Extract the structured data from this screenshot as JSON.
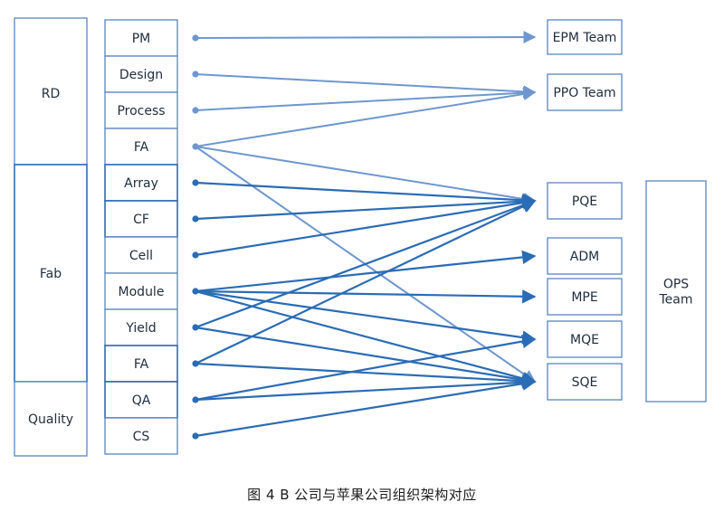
{
  "groups": [
    {
      "id": "rd",
      "label": "RD"
    },
    {
      "id": "fab",
      "label": "Fab"
    },
    {
      "id": "quality",
      "label": "Quality"
    }
  ],
  "functions": [
    {
      "id": "pm",
      "label": "PM"
    },
    {
      "id": "design",
      "label": "Design"
    },
    {
      "id": "process",
      "label": "Process"
    },
    {
      "id": "fa1",
      "label": "FA"
    },
    {
      "id": "array",
      "label": "Array"
    },
    {
      "id": "cf",
      "label": "CF"
    },
    {
      "id": "cell",
      "label": "Cell"
    },
    {
      "id": "module",
      "label": "Module"
    },
    {
      "id": "yield",
      "label": "Yield"
    },
    {
      "id": "fa2",
      "label": "FA"
    },
    {
      "id": "qa",
      "label": "QA"
    },
    {
      "id": "cs",
      "label": "CS"
    }
  ],
  "teams": [
    {
      "id": "epm",
      "label": "EPM Team"
    },
    {
      "id": "ppo",
      "label": "PPO Team"
    },
    {
      "id": "pqe",
      "label": "PQE"
    },
    {
      "id": "adm",
      "label": "ADM"
    },
    {
      "id": "mpe",
      "label": "MPE"
    },
    {
      "id": "mqe",
      "label": "MQE"
    },
    {
      "id": "sqe",
      "label": "SQE"
    }
  ],
  "ops": {
    "label": "OPS\nTeam"
  },
  "links": [
    {
      "from": "pm",
      "to": "epm",
      "tone": "light"
    },
    {
      "from": "design",
      "to": "ppo",
      "tone": "light"
    },
    {
      "from": "process",
      "to": "ppo",
      "tone": "light"
    },
    {
      "from": "fa1",
      "to": "ppo",
      "tone": "light"
    },
    {
      "from": "fa1",
      "to": "pqe",
      "tone": "light"
    },
    {
      "from": "fa1",
      "to": "sqe",
      "tone": "light"
    },
    {
      "from": "array",
      "to": "pqe",
      "tone": "dark"
    },
    {
      "from": "cf",
      "to": "pqe",
      "tone": "dark"
    },
    {
      "from": "cell",
      "to": "pqe",
      "tone": "dark"
    },
    {
      "from": "module",
      "to": "adm",
      "tone": "dark"
    },
    {
      "from": "module",
      "to": "mpe",
      "tone": "dark"
    },
    {
      "from": "module",
      "to": "mqe",
      "tone": "dark"
    },
    {
      "from": "module",
      "to": "sqe",
      "tone": "dark"
    },
    {
      "from": "yield",
      "to": "pqe",
      "tone": "dark"
    },
    {
      "from": "yield",
      "to": "sqe",
      "tone": "dark"
    },
    {
      "from": "fa2",
      "to": "pqe",
      "tone": "dark"
    },
    {
      "from": "fa2",
      "to": "sqe",
      "tone": "dark"
    },
    {
      "from": "qa",
      "to": "mqe",
      "tone": "dark"
    },
    {
      "from": "qa",
      "to": "sqe",
      "tone": "dark"
    },
    {
      "from": "cs",
      "to": "sqe",
      "tone": "dark"
    }
  ],
  "colors": {
    "light": "#6f97cf",
    "dark": "#2a6cb5",
    "box": "#5b86c1"
  },
  "caption": "图 4  B 公司与苹果公司组织架构对应"
}
